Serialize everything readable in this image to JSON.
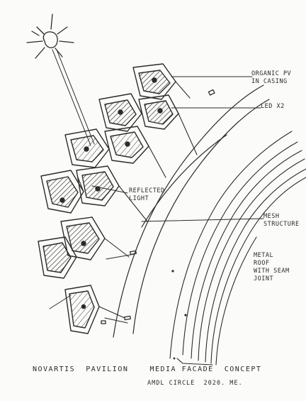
{
  "labels": {
    "organic_pv": "Organic PV\nin casing",
    "led": "LED x2",
    "reflected_light": "Reflected\nLight",
    "mesh_structure": "Mesh\nStructure",
    "metal_roof": "Metal\nRoof\nwith seam\njoint"
  },
  "caption": {
    "line1": "Novartis  Pavilion    Media Facade  Concept",
    "line2": "AMDL Circle  2020. ME."
  },
  "colors": {
    "ink": "#2b2b2b",
    "paper": "#fbfbf9"
  }
}
